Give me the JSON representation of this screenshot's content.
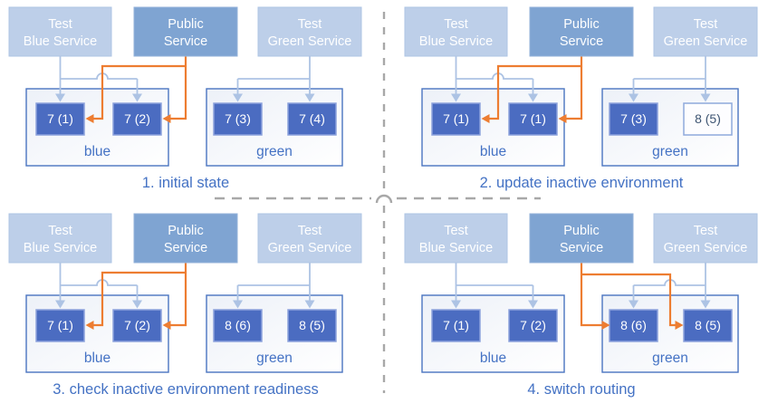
{
  "colors": {
    "accent_blue": "#4472c4",
    "light_service_fill": "#bdcfe9",
    "public_service_fill": "#7fa4d2",
    "version_box_fill": "#4b6cc1",
    "version_box_border": "#8ca2dc",
    "outline_box_text": "#3d5472",
    "orange_route_arrow": "#ed7d31",
    "test_connector_arrow": "#adc3e4",
    "divider_gray": "#a8a8a8"
  },
  "services": {
    "test_blue": {
      "line1": "Test",
      "line2": "Blue Service"
    },
    "public": {
      "line1": "Public",
      "line2": "Service"
    },
    "test_green": {
      "line1": "Test",
      "line2": "Green Service"
    }
  },
  "quadrants": [
    {
      "caption": "1. initial state",
      "blue_label": "blue",
      "green_label": "green",
      "nodes": [
        {
          "label": "7 (1)",
          "css": "vnode"
        },
        {
          "label": "7 (2)",
          "css": "vnode"
        },
        {
          "label": "7 (3)",
          "css": "vnode"
        },
        {
          "label": "7 (4)",
          "css": "vnode"
        }
      ]
    },
    {
      "caption": "2. update inactive environment",
      "blue_label": "blue",
      "green_label": "green",
      "nodes": [
        {
          "label": "7 (1)",
          "css": "vnode"
        },
        {
          "label": "7 (1)",
          "css": "vnode"
        },
        {
          "label": "7 (3)",
          "css": "vnode"
        },
        {
          "label": "8 (5)",
          "css": "vnode outline"
        }
      ]
    },
    {
      "caption": "3. check inactive environment readiness",
      "blue_label": "blue",
      "green_label": "green",
      "nodes": [
        {
          "label": "7 (1)",
          "css": "vnode"
        },
        {
          "label": "7 (2)",
          "css": "vnode"
        },
        {
          "label": "8 (6)",
          "css": "vnode"
        },
        {
          "label": "8 (5)",
          "css": "vnode"
        }
      ]
    },
    {
      "caption": "4. switch routing",
      "blue_label": "blue",
      "green_label": "green",
      "nodes": [
        {
          "label": "7 (1)",
          "css": "vnode"
        },
        {
          "label": "7 (2)",
          "css": "vnode"
        },
        {
          "label": "8 (6)",
          "css": "vnode"
        },
        {
          "label": "8 (5)",
          "css": "vnode"
        }
      ]
    }
  ]
}
